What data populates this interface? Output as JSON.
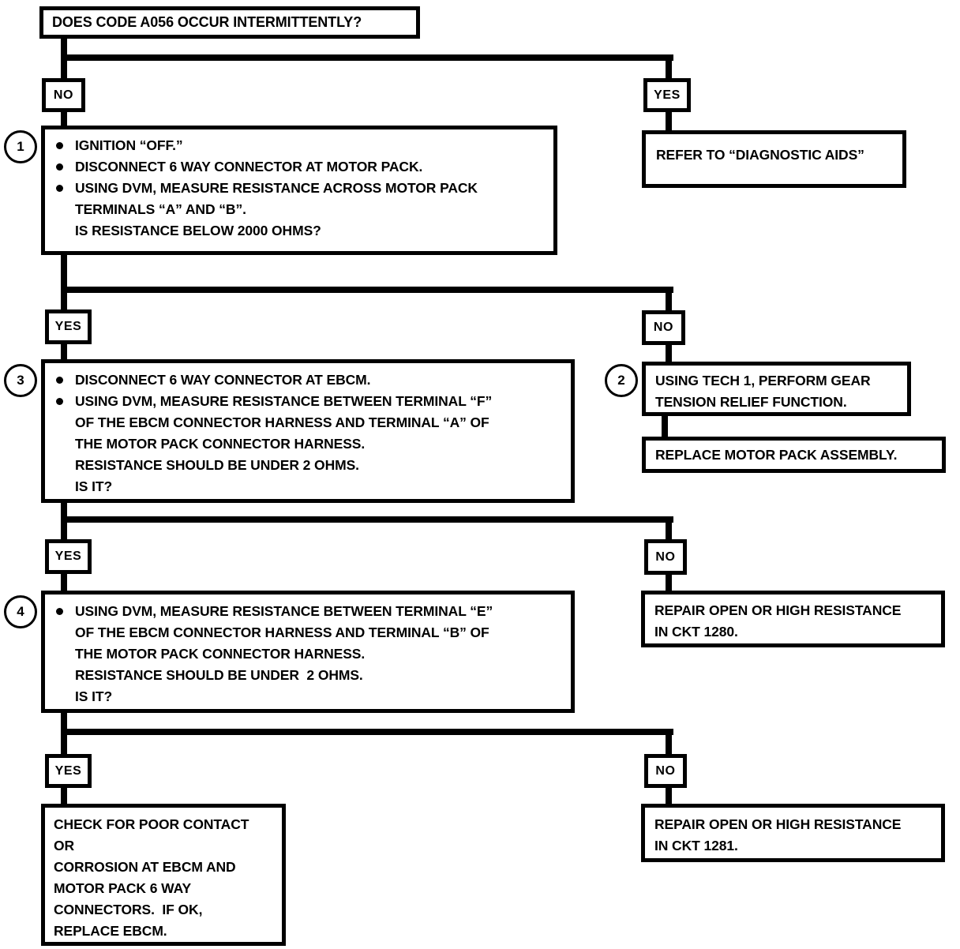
{
  "palette": {
    "ink": "#000000",
    "paper": "#ffffff"
  },
  "labels": {
    "yes": "YES",
    "no": "NO"
  },
  "nodes": {
    "root": {
      "text": "DOES CODE A056 OCCUR INTERMITTENTLY?"
    },
    "refer": {
      "text": "REFER TO “DIAGNOSTIC AIDS”"
    },
    "step1": {
      "number": "1",
      "lines": [
        {
          "bullet": true,
          "text": "IGNITION “OFF.”"
        },
        {
          "bullet": true,
          "text": "DISCONNECT 6 WAY CONNECTOR AT MOTOR PACK."
        },
        {
          "bullet": true,
          "text": "USING DVM, MEASURE RESISTANCE ACROSS MOTOR PACK"
        },
        {
          "bullet": false,
          "text": "TERMINALS “A” AND “B”."
        },
        {
          "bullet": false,
          "text": "IS RESISTANCE BELOW 2000 OHMS?"
        }
      ]
    },
    "step2": {
      "number": "2",
      "lines": [
        {
          "bullet": false,
          "text": "USING TECH 1, PERFORM GEAR"
        },
        {
          "bullet": false,
          "text": "TENSION RELIEF FUNCTION."
        }
      ]
    },
    "replace_motor": {
      "text": "REPLACE MOTOR PACK ASSEMBLY."
    },
    "step3": {
      "number": "3",
      "lines": [
        {
          "bullet": true,
          "text": "DISCONNECT 6 WAY CONNECTOR AT EBCM."
        },
        {
          "bullet": true,
          "text": "USING DVM, MEASURE RESISTANCE BETWEEN TERMINAL “F”"
        },
        {
          "bullet": false,
          "text": "OF THE EBCM CONNECTOR HARNESS AND TERMINAL “A” OF"
        },
        {
          "bullet": false,
          "text": "THE MOTOR PACK CONNECTOR HARNESS."
        },
        {
          "bullet": false,
          "text": "RESISTANCE SHOULD BE UNDER 2 OHMS."
        },
        {
          "bullet": false,
          "text": "IS IT?"
        }
      ]
    },
    "repair_1280": {
      "lines": [
        {
          "text": "REPAIR OPEN OR HIGH RESISTANCE"
        },
        {
          "text": "IN CKT 1280."
        }
      ]
    },
    "step4": {
      "number": "4",
      "lines": [
        {
          "bullet": true,
          "text": "USING DVM, MEASURE RESISTANCE BETWEEN TERMINAL “E”"
        },
        {
          "bullet": false,
          "text": "OF THE EBCM CONNECTOR HARNESS AND TERMINAL “B” OF"
        },
        {
          "bullet": false,
          "text": "THE MOTOR PACK CONNECTOR HARNESS."
        },
        {
          "bullet": false,
          "text": "RESISTANCE SHOULD BE UNDER  2 OHMS."
        },
        {
          "bullet": false,
          "text": "IS IT?"
        }
      ]
    },
    "check_connectors": {
      "lines": [
        {
          "text": "CHECK FOR POOR CONTACT"
        },
        {
          "text": "OR"
        },
        {
          "text": "CORROSION AT EBCM AND"
        },
        {
          "text": "MOTOR PACK 6 WAY"
        },
        {
          "text": "CONNECTORS.  IF OK,"
        },
        {
          "text": "REPLACE EBCM."
        }
      ]
    },
    "repair_1281": {
      "lines": [
        {
          "text": "REPAIR OPEN OR HIGH RESISTANCE"
        },
        {
          "text": "IN CKT 1281."
        }
      ]
    }
  }
}
